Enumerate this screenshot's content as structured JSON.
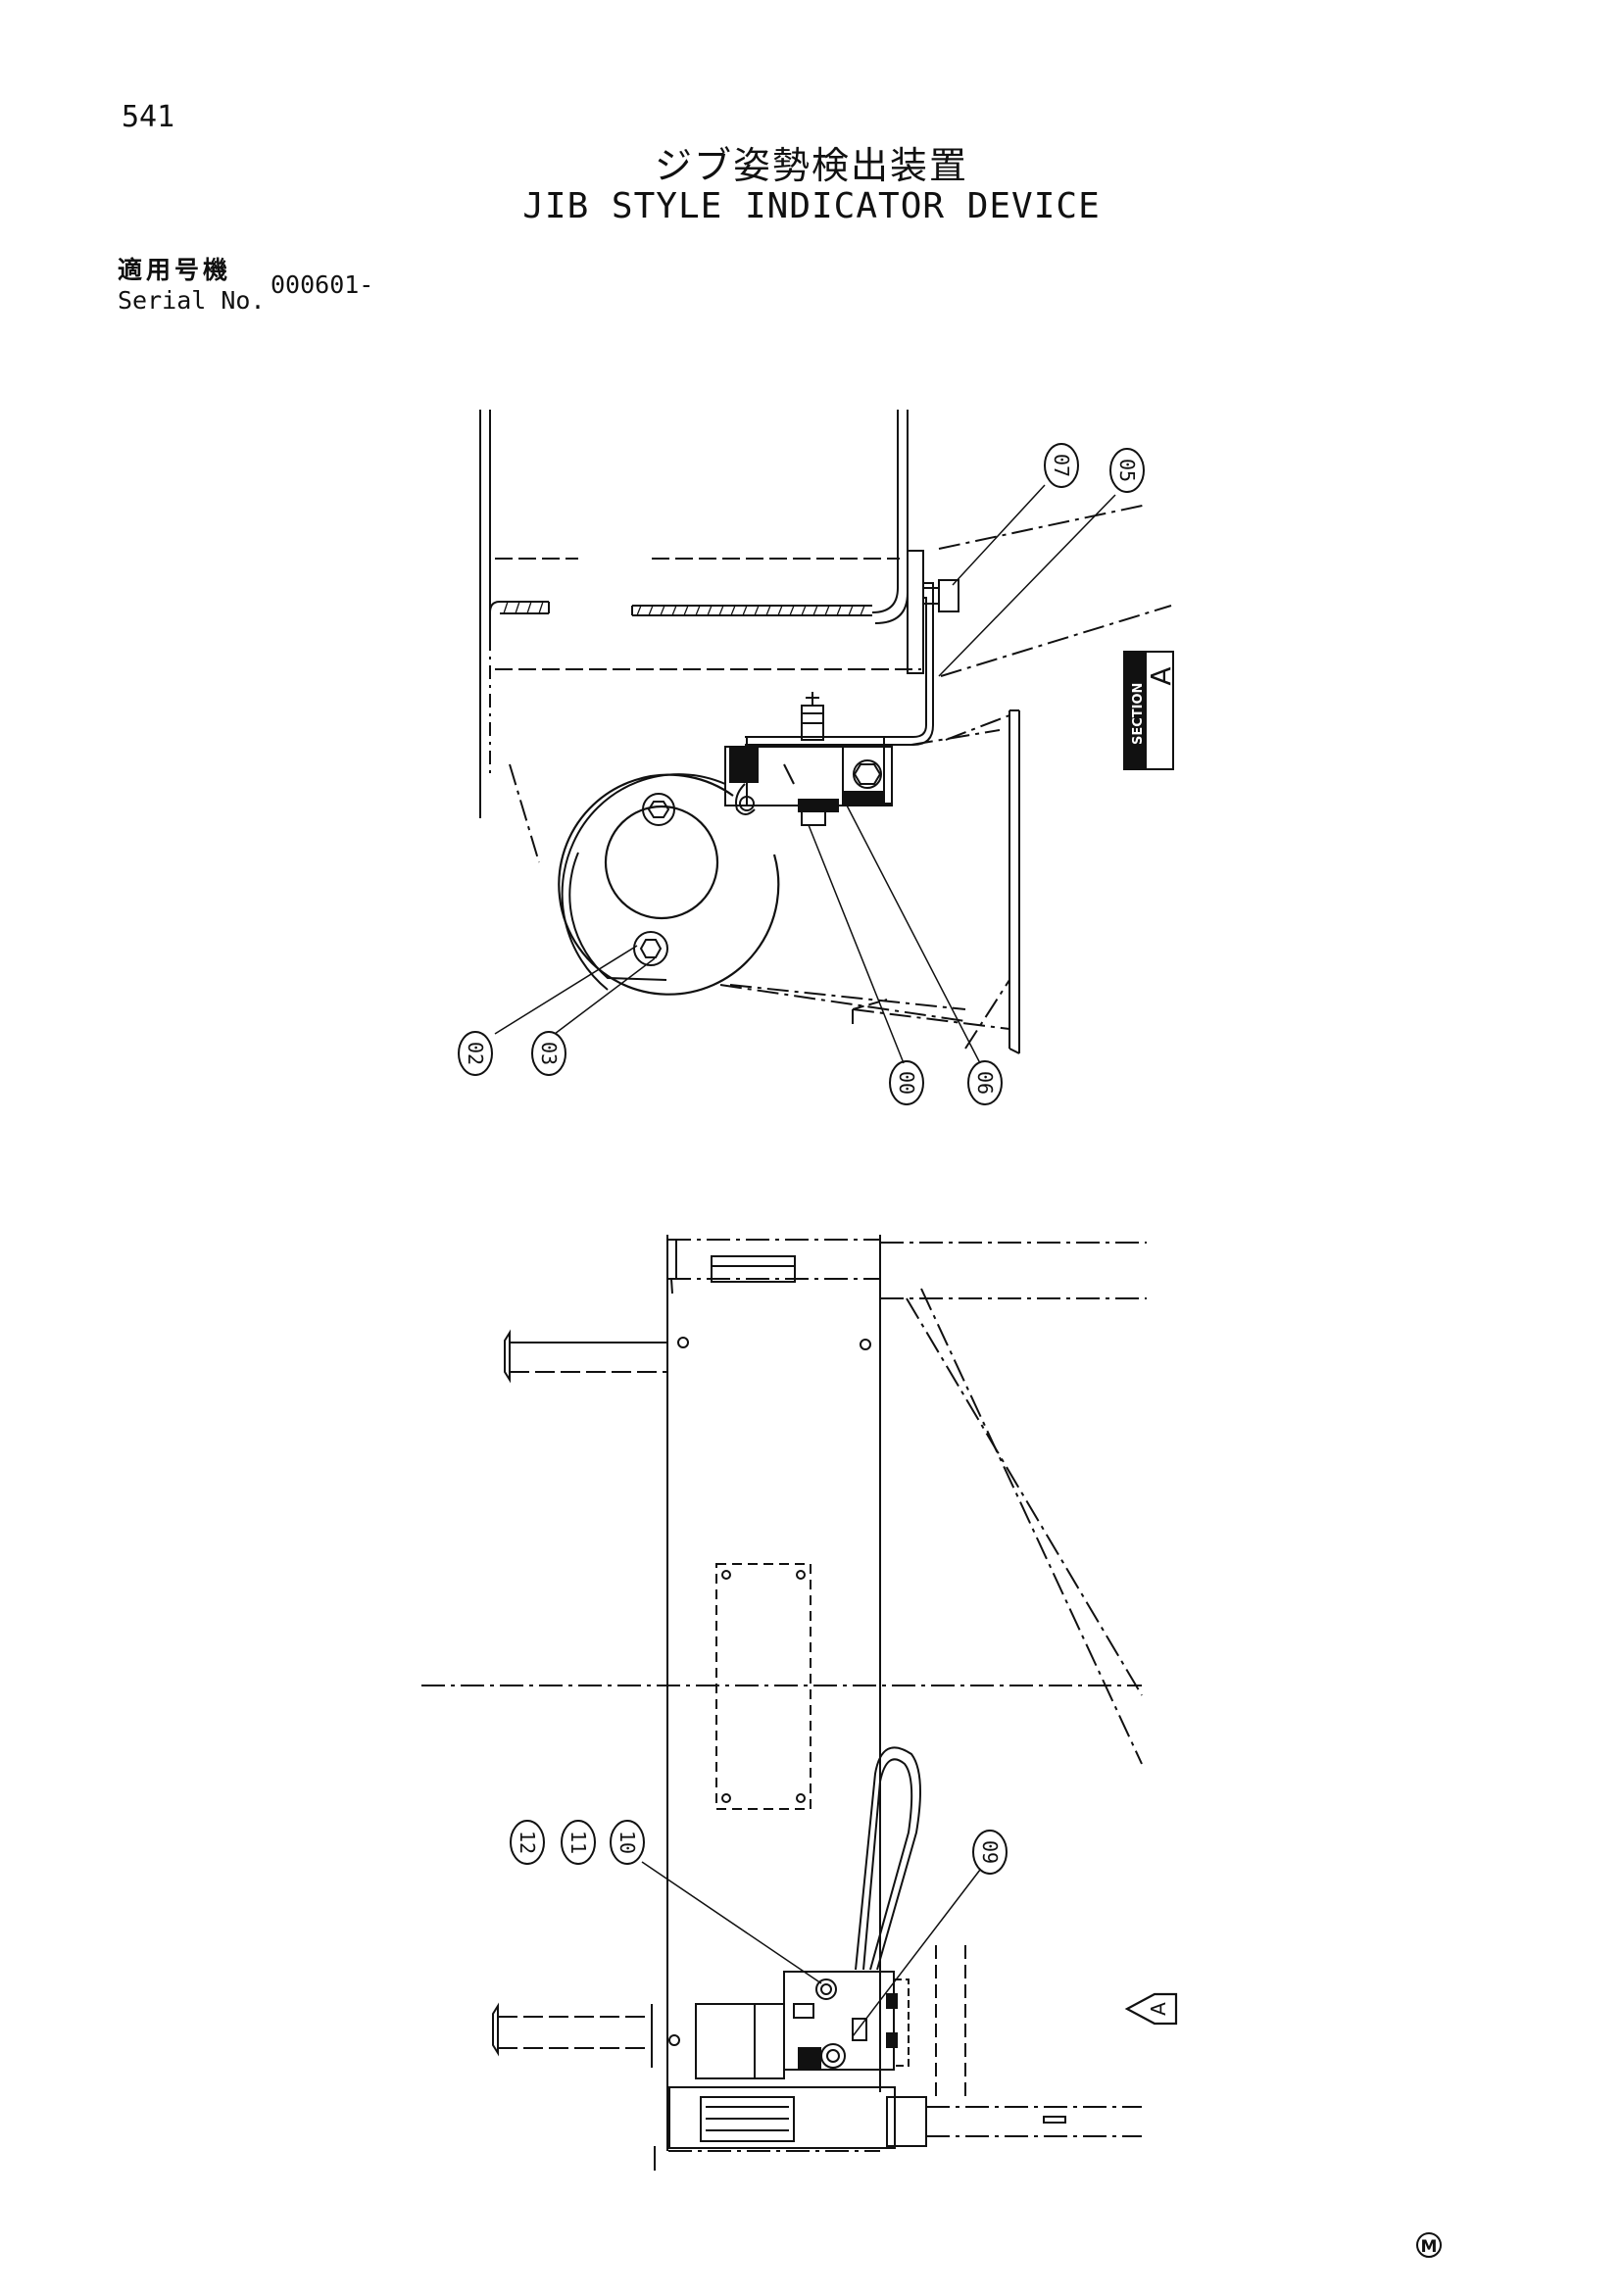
{
  "header": {
    "page_number": "541",
    "title_jp": "ジブ姿勢検出装置",
    "title_en": "JIB STYLE INDICATOR DEVICE",
    "serial_label_jp": "適用号機",
    "serial_label_en": "Serial No.",
    "serial_value": "000601-"
  },
  "callouts": {
    "c07": "07",
    "c05": "05",
    "c02": "02",
    "c03": "03",
    "c00": "00",
    "c06": "06",
    "c12": "12",
    "c11": "11",
    "c10": "10",
    "c09": "09"
  },
  "section_marker": {
    "letter": "A",
    "label": "SECTION",
    "arrow_letter": "A"
  },
  "footer": {
    "mark": "M"
  },
  "colors": {
    "ink": "#111111",
    "paper": "#ffffff"
  }
}
